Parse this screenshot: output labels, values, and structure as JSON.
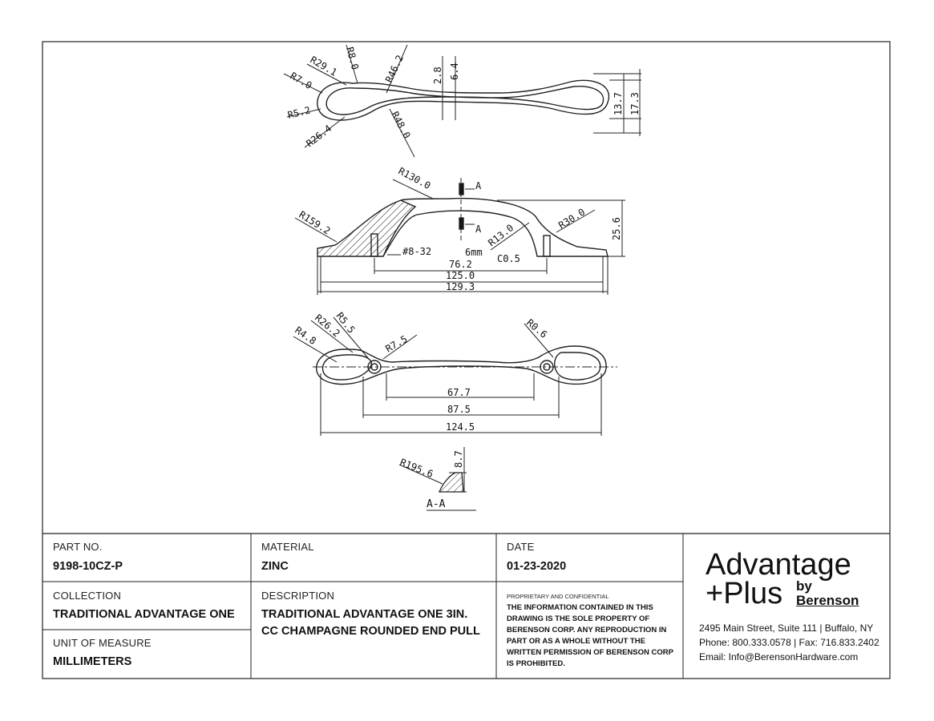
{
  "title_block": {
    "part_no": {
      "label": "PART NO.",
      "value": "9198-10CZ-P"
    },
    "material": {
      "label": "MATERIAL",
      "value": "ZINC"
    },
    "date": {
      "label": "DATE",
      "value": "01-23-2020"
    },
    "collection": {
      "label": "COLLECTION",
      "value": "TRADITIONAL ADVANTAGE ONE"
    },
    "description": {
      "label": "DESCRIPTION",
      "line1": "TRADITIONAL ADVANTAGE ONE 3IN.",
      "line2": "CC CHAMPAGNE ROUNDED END PULL"
    },
    "unit": {
      "label": "UNIT OF MEASURE",
      "value": "MILLIMETERS"
    },
    "proprietary": {
      "heading": "PROPRIETARY AND CONFIDENTIAL",
      "body": "THE INFORMATION CONTAINED IN THIS DRAWING IS THE SOLE PROPERTY OF BERENSON CORP. ANY REPRODUCTION IN PART OR AS A WHOLE WITHOUT THE WRITTEN PERMISSION OF BERENSON CORP IS PROHIBITED."
    },
    "brand": {
      "line1": "Advantage",
      "line2": "+Plus",
      "by": "by",
      "company": "Berenson",
      "address": "2495 Main Street, Suite 111 | Buffalo, NY",
      "phone": "Phone: 800.333.0578 | Fax: 716.833.2402",
      "email": "Email: Info@BerensonHardware.com"
    }
  },
  "drawing": {
    "top_view": {
      "radii": [
        "R29.1",
        "R8.0",
        "R46.2",
        "R7.0",
        "R5.2",
        "R26.4",
        "R48.0"
      ],
      "dims": [
        "2.8",
        "6.4",
        "13.7",
        "17.3"
      ]
    },
    "side_view": {
      "radii": [
        "R130.0",
        "R159.2",
        "R13.0",
        "R30.0"
      ],
      "section_mark": "A",
      "thread": "#8-32",
      "depth": "6mm",
      "chamfer": "C0.5",
      "dims": [
        "25.6",
        "76.2",
        "125.0",
        "129.3"
      ]
    },
    "bottom_view": {
      "radii": [
        "R4.8",
        "R26.2",
        "R5.5",
        "R7.5",
        "R0.6"
      ],
      "dims": [
        "67.7",
        "87.5",
        "124.5"
      ]
    },
    "section": {
      "radius": "R195.6",
      "dim": "8.7",
      "label": "A-A"
    }
  }
}
